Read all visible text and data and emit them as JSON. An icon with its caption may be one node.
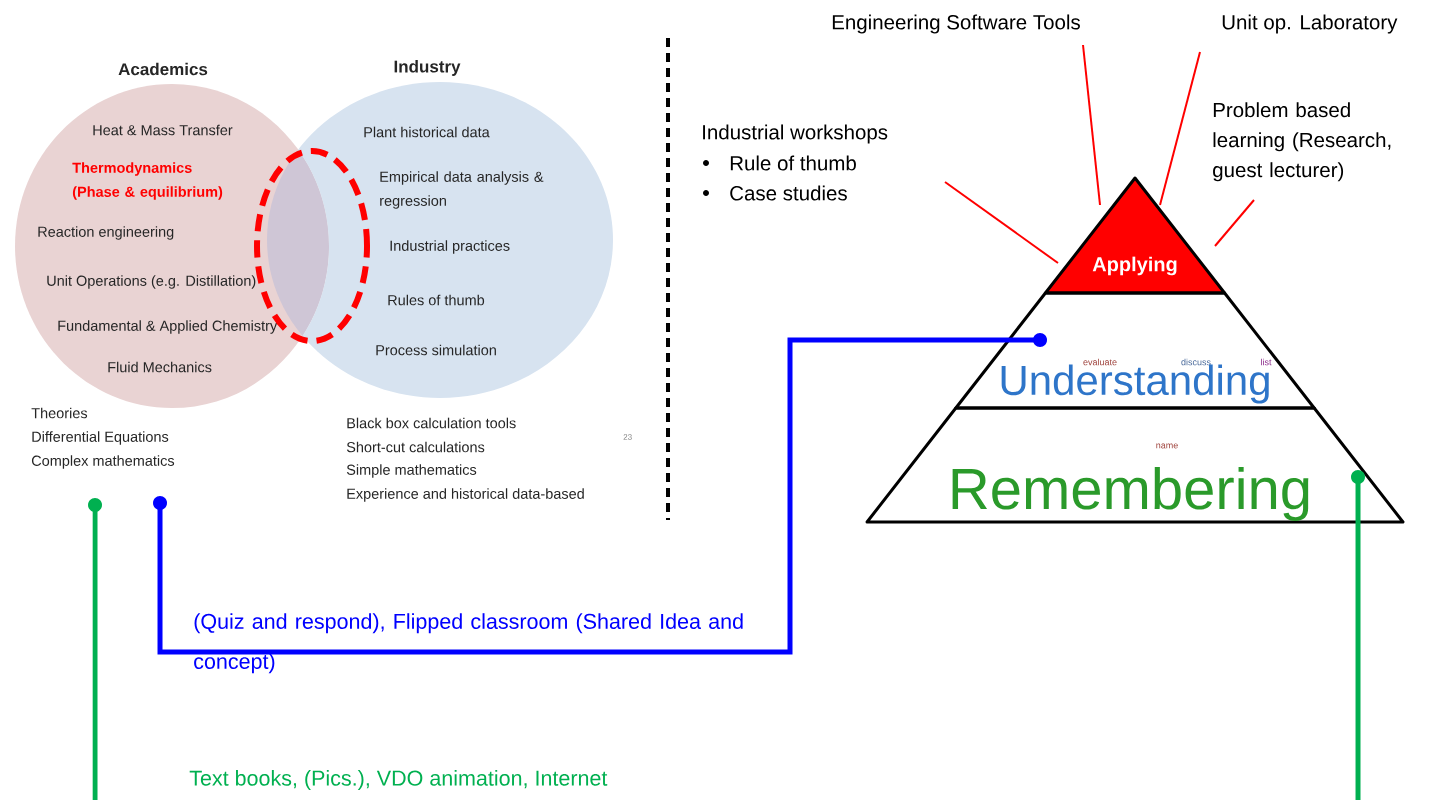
{
  "diagram": {
    "nodes": [
      {
        "text": [
          "Academics",
          "Heat & Mass Transfer",
          "Thermodynamics (Phase & equilibrium)",
          "Reaction engineering",
          "Unit Operations (e.g. Distillation)",
          "Fundamental & Applied Chemistry",
          "Fluid Mechanics"
        ]
      },
      {
        "text": [
          "Industry",
          "Plant historical data",
          "Empirical data analysis & regression",
          "Industrial practices",
          "Rules of thumb",
          "Process simulation"
        ]
      },
      {
        "text": [],
        "shape": "ellipse"
      },
      {
        "text": [
          "Theories",
          "Differential Equations",
          "Complex mathematics"
        ]
      },
      {
        "text": [
          "Industrial workshops",
          "Rule of thumb",
          "Case studies"
        ]
      },
      {
        "text": [
          "Engineering Software Tools"
        ]
      },
      {
        "text": [
          "Unit op. Laboratory"
        ]
      },
      {
        "text": [
          "Problem based learning (Research, guest lecturer)"
        ]
      },
      {
        "text": [
          "Applying"
        ]
      },
      {
        "text": [
          "evaluate",
          "discuss",
          "list",
          "Understanding"
        ]
      },
      {
        "text": [
          "name",
          "Remembering"
        ]
      }
    ],
    "edges": [
      {
        "from": 4,
        "to": 8,
        "arrow": "none",
        "color": "#ff0000"
      },
      {
        "from": 5,
        "to": 8,
        "arrow": "none",
        "color": "#ff0000"
      },
      {
        "from": 6,
        "to": 8,
        "arrow": "none",
        "color": "#ff0000"
      },
      {
        "from": 7,
        "to": 8,
        "arrow": "none",
        "color": "#ff0000"
      },
      {
        "from": 3,
        "to": 9,
        "arrow": "other",
        "color": "#0000ff",
        "style": "thick",
        "label": "(Quiz and respond), Flipped classroom (Shared Idea and concept)"
      },
      {
        "from": 3,
        "to": null,
        "arrow": "other",
        "color": "#00b050",
        "style": "thick"
      },
      {
        "from": 10,
        "to": null,
        "arrow": "other",
        "color": "#00b050",
        "style": "thick"
      }
    ],
    "labels": [
      "Black box calculation tools",
      "Short-cut calculations",
      "Simple mathematics",
      "Experience and historical data-based",
      "23",
      "Text books, (Pics.), VDO animation, Internet"
    ]
  }
}
